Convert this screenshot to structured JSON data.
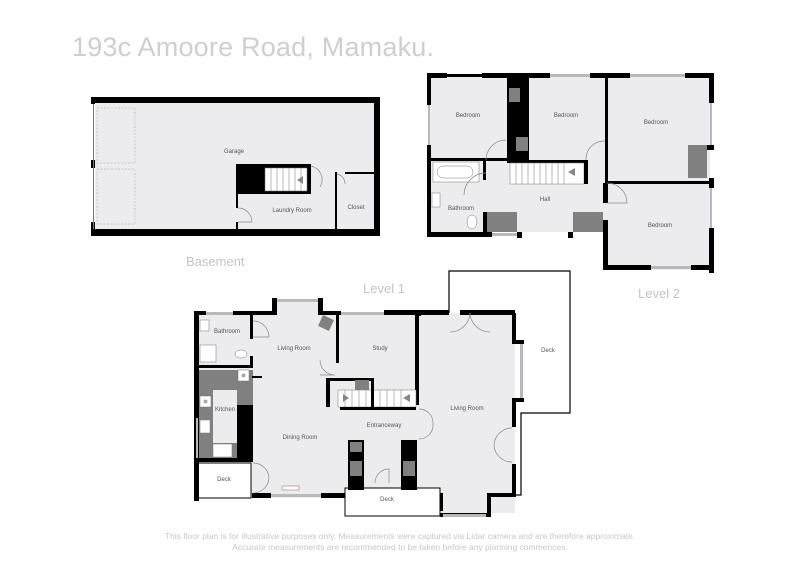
{
  "header": {
    "title": "193c Amoore Road, Mamaku."
  },
  "levels": {
    "basement": "Basement",
    "level1": "Level 1",
    "level2": "Level 2"
  },
  "rooms": {
    "basement": {
      "garage": "Garage",
      "laundry": "Laundry Room",
      "closet": "Closet"
    },
    "level2": {
      "bedroom1": "Bedroom",
      "bedroom2": "Bedroom",
      "bedroom3": "Bedroom",
      "bedroom4": "Bedroom",
      "bathroom": "Bathroom",
      "hall": "Hall"
    },
    "level1": {
      "bathroom": "Bathroom",
      "living_room_small": "Living Room",
      "study": "Study",
      "kitchen": "Kitchen",
      "dining_room": "Dining Room",
      "entranceway": "Entranceway",
      "living_room_large": "Living Room",
      "deck_left": "Deck",
      "deck_front": "Deck",
      "deck_right": "Deck"
    }
  },
  "footer": {
    "disclaimer_line1": "This floor plan is for illustrative purposes only. Measurements were captured via Lidar camera and are therefore approximate.",
    "disclaimer_line2": "Accurate measurements are recommended to be taken before any planning commences."
  },
  "colors": {
    "wall": "#000000",
    "floor": "#ececee",
    "window": "#b9b9bb",
    "cabinet": "#808080",
    "title_text": "#cfcfcf"
  }
}
